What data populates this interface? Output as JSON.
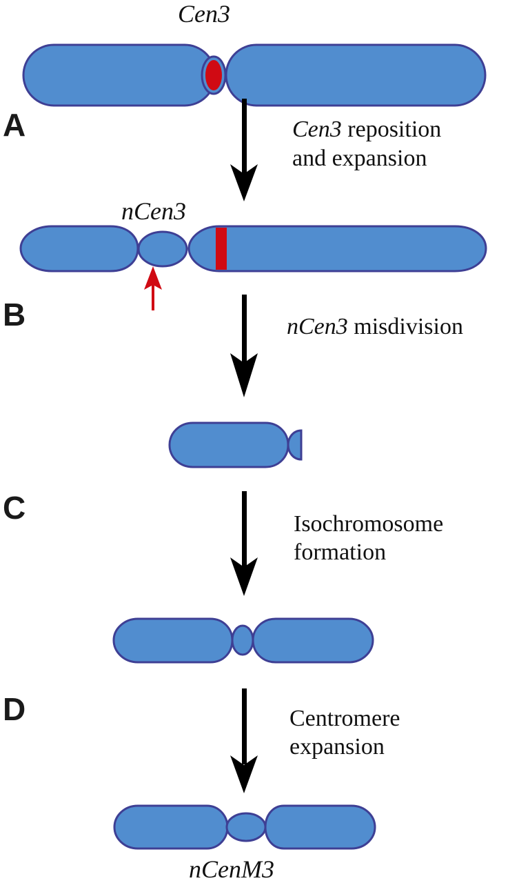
{
  "figure": {
    "colors": {
      "chromosome_fill": "#518dcf",
      "chromosome_outline": "#3e3f94",
      "centromere_red": "#d00a13",
      "arrow": "#000000",
      "marker_arrow": "#d00a13"
    },
    "chromosome_labels": {
      "top": "Cen3",
      "second": "nCen3",
      "bottom": "nCenM3"
    },
    "steps": [
      {
        "panel": "A",
        "italic": "Cen3",
        "line1_rest": " reposition",
        "line2": "and expansion"
      },
      {
        "panel": "B",
        "italic": "nCen3",
        "line1_rest": " misdivision",
        "line2": ""
      },
      {
        "panel": "C",
        "italic": "",
        "line1_rest": "Isochromosome",
        "line2": "formation"
      },
      {
        "panel": "D",
        "italic": "",
        "line1_rest": "Centromere",
        "line2": "expansion"
      }
    ]
  }
}
